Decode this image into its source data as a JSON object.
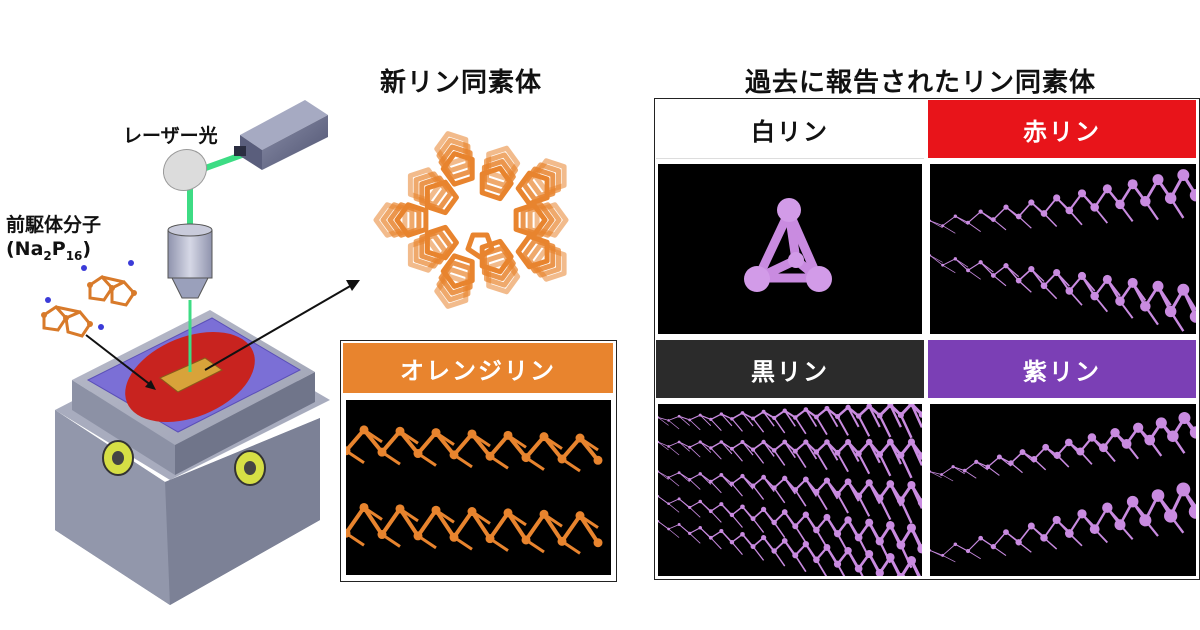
{
  "labels": {
    "laser": "レーザー光",
    "precursor_line1": "前駆体分子",
    "precursor_formula_a": "(Na",
    "precursor_formula_sub1": "2",
    "precursor_formula_b": "P",
    "precursor_formula_sub2": "16",
    "precursor_formula_c": ")"
  },
  "new_allotrope": {
    "title": "新リン同素体",
    "name": "オレンジリン",
    "color": "#E8842E"
  },
  "reported": {
    "title": "過去に報告されたリン同素体",
    "items": [
      {
        "name": "白リン",
        "bg": "#ffffff",
        "fg": "#111111"
      },
      {
        "name": "赤リン",
        "bg": "#E8141A",
        "fg": "#ffffff"
      },
      {
        "name": "黒リン",
        "bg": "#2b2b2b",
        "fg": "#ffffff"
      },
      {
        "name": "紫リン",
        "bg": "#7B3FB5",
        "fg": "#ffffff"
      }
    ]
  },
  "colors": {
    "orange_atom": "#E8842E",
    "purple_atom": "#C98BE0"
  }
}
